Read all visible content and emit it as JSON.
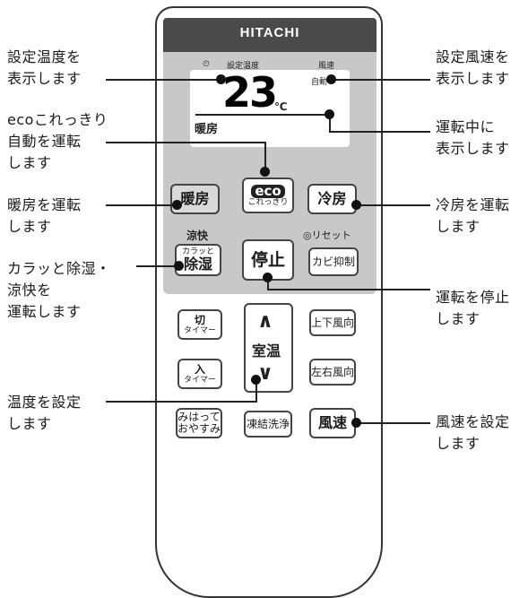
{
  "remote": {
    "brand": "HITACHI",
    "lcd": {
      "timer_icon": "⏲",
      "set_temp_label": "設定温度",
      "fan_speed_label": "風速",
      "temperature": "23",
      "unit": "℃",
      "fan_mode": "自動",
      "mode_text": "暖房"
    },
    "buttons": {
      "heat": "暖房",
      "eco_top": "eco",
      "eco_bottom": "これっきり",
      "cool": "冷房",
      "cool_label": "涼快",
      "reset_label": "リセット",
      "dry_top": "カラッと",
      "dry_bottom": "除湿",
      "stop": "停止",
      "mold": "カビ抑制",
      "off_timer_top": "切",
      "off_timer_bottom": "タイマー",
      "up_arrow": "∧",
      "room_temp": "室温",
      "down_arrow": "∨",
      "on_timer_top": "入",
      "on_timer_bottom": "タイマー",
      "vertical_dir": "上下風向",
      "horizontal_dir": "左右風向",
      "sleep_top": "みはって",
      "sleep_bottom": "おやすみ",
      "freeze_clean": "凍結洗浄",
      "fan_speed": "風速"
    }
  },
  "callouts": {
    "set_temp_display": "設定温度を\n表示します",
    "eco_auto": "ecoこれっきり\n自動を運転\nします",
    "heat_run": "暖房を運転\nします",
    "dry_run": "カラッと除湿・\n涼快を\n運転します",
    "temp_set": "温度を設定\nします",
    "fan_display": "設定風速を\n表示します",
    "running_display": "運転中に\n表示します",
    "cool_run": "冷房を運転\nします",
    "stop_run": "運転を停止\nします",
    "fan_set": "風速を設定\nします"
  }
}
